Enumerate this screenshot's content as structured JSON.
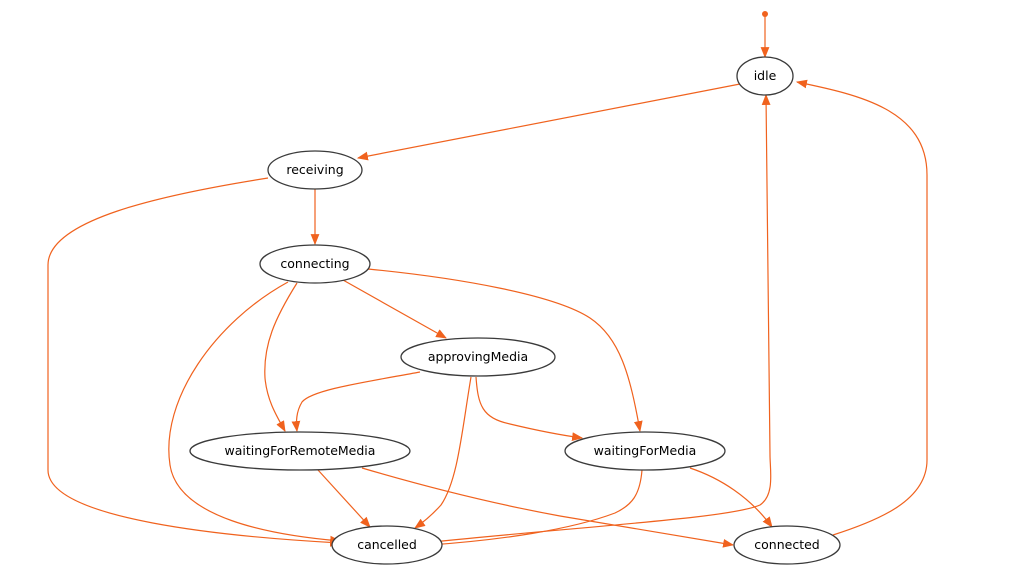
{
  "diagram": {
    "type": "state-machine",
    "edge_color": "#f0621e",
    "node_border_color": "#3a3a3a",
    "states": {
      "idle": "idle",
      "receiving": "receiving",
      "connecting": "connecting",
      "approvingMedia": "approvingMedia",
      "waitingForRemoteMedia": "waitingForRemoteMedia",
      "waitingForMedia": "waitingForMedia",
      "cancelled": "cancelled",
      "connected": "connected"
    },
    "transitions": [
      {
        "from": "start",
        "to": "idle"
      },
      {
        "from": "idle",
        "to": "receiving"
      },
      {
        "from": "receiving",
        "to": "connecting"
      },
      {
        "from": "receiving",
        "to": "cancelled"
      },
      {
        "from": "connecting",
        "to": "approvingMedia"
      },
      {
        "from": "connecting",
        "to": "waitingForRemoteMedia"
      },
      {
        "from": "connecting",
        "to": "waitingForMedia"
      },
      {
        "from": "connecting",
        "to": "cancelled"
      },
      {
        "from": "approvingMedia",
        "to": "waitingForRemoteMedia"
      },
      {
        "from": "approvingMedia",
        "to": "waitingForMedia"
      },
      {
        "from": "approvingMedia",
        "to": "cancelled"
      },
      {
        "from": "waitingForRemoteMedia",
        "to": "cancelled"
      },
      {
        "from": "waitingForRemoteMedia",
        "to": "connected"
      },
      {
        "from": "waitingForMedia",
        "to": "cancelled"
      },
      {
        "from": "waitingForMedia",
        "to": "connected"
      },
      {
        "from": "cancelled",
        "to": "idle"
      },
      {
        "from": "connected",
        "to": "idle"
      }
    ]
  }
}
